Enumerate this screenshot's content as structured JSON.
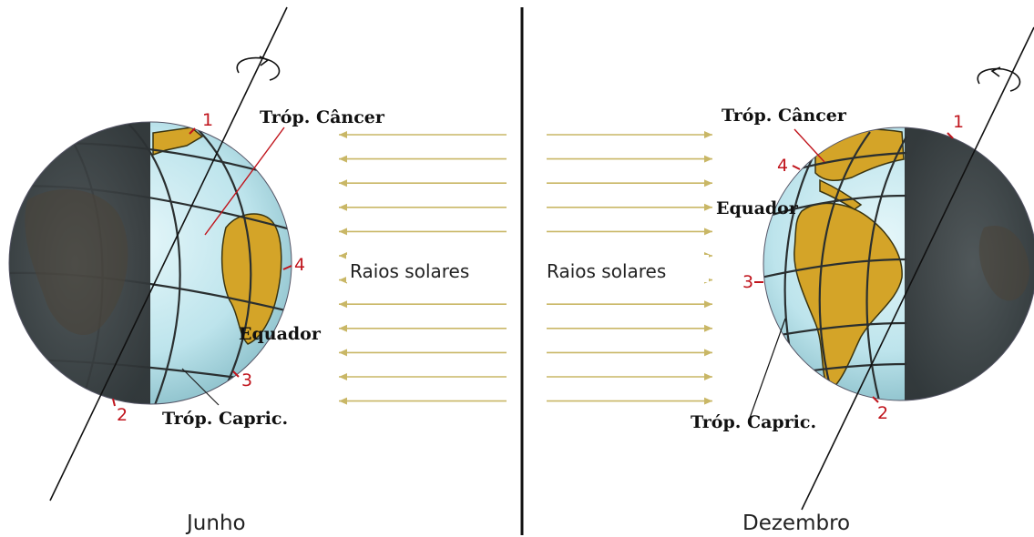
{
  "colors": {
    "night": "#3b4143",
    "ocean": "#bfe6ee",
    "land": "#d4a428",
    "ray": "#c9b766",
    "marker": "#c0141c"
  },
  "left_panel": {
    "month": "Junho",
    "tropic_cancer": "Tróp. Câncer",
    "equator": "Equador",
    "tropic_capricorn": "Tróp. Capric.",
    "rays_label": "Raios solares",
    "markers": [
      "1",
      "2",
      "3",
      "4"
    ]
  },
  "right_panel": {
    "month": "Dezembro",
    "tropic_cancer": "Tróp. Câncer",
    "equator": "Equador",
    "tropic_capricorn": "Tróp. Capric.",
    "rays_label": "Raios solares",
    "markers": [
      "1",
      "2",
      "3",
      "4"
    ]
  },
  "rays": {
    "count": 12,
    "left_direction": "left",
    "right_direction": "right"
  }
}
